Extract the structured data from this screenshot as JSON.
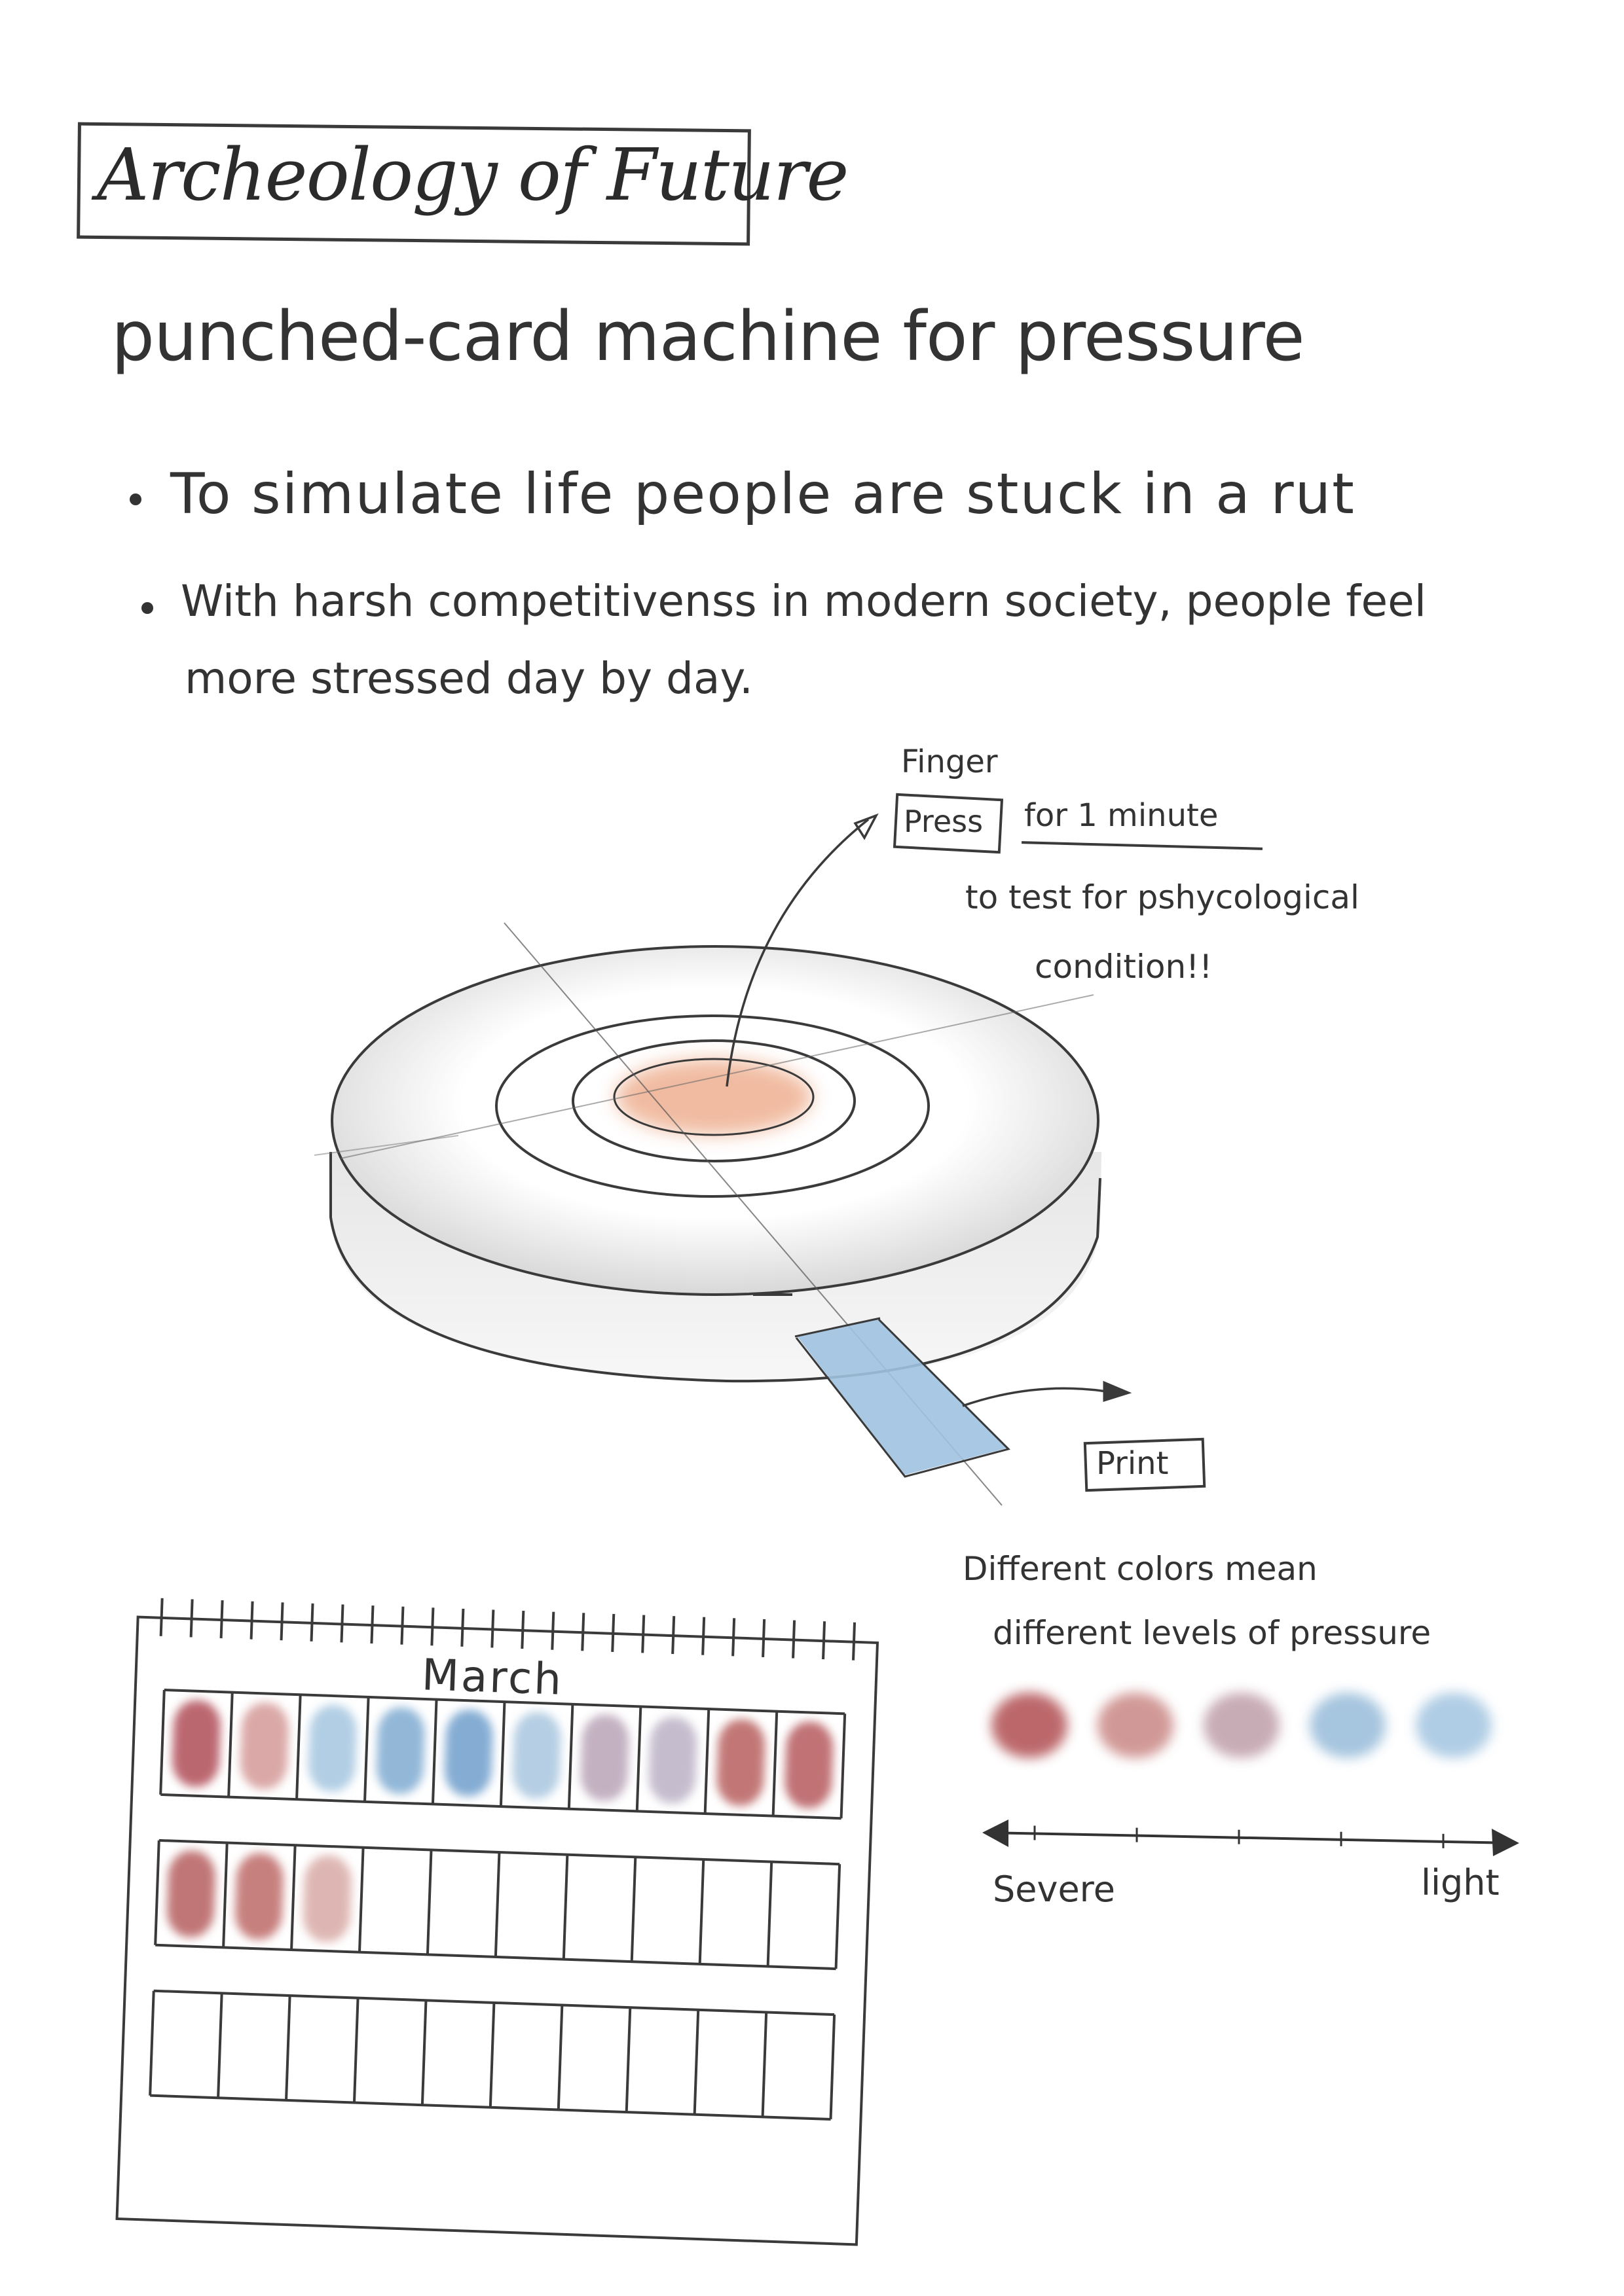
{
  "page": {
    "title": "Archeology of Future",
    "subtitle": "punched-card machine for pressure"
  },
  "bullets": {
    "first": "To simulate life people are stuck in a rut",
    "second_line_1": "With harsh competitivenss in modern society, people feel",
    "second_line_2": "more stressed day by day."
  },
  "device_notes": {
    "finger": "Finger",
    "press": "Press",
    "duration": "for 1 minute",
    "purpose_line_1": "to test for pshycological",
    "purpose_line_2": "condition!!",
    "print": "Print"
  },
  "legend": {
    "title_line_1": "Different colors mean",
    "title_line_2": "different levels of pressure",
    "left_label": "Severe",
    "right_label": "light",
    "colors": [
      "#b5595c",
      "#cc8e8c",
      "#c2a3ad",
      "#9dbfdb",
      "#a7c8e2"
    ]
  },
  "calendar": {
    "month": "March",
    "row_1_colors": [
      "#b04e58",
      "#d49a98",
      "#a5c6e0",
      "#7fabd1",
      "#6f9fcc",
      "#a9c6df",
      "#b9a4b8",
      "#bcb2c6",
      "#b8605e",
      "#b65a5d"
    ],
    "row_2_colors": [
      "#b65e5e",
      "#bd6b68",
      "#d8aaa6"
    ]
  },
  "colors": {
    "ink": "#333333",
    "press_pad": "#f0b89c",
    "printout": "#9fc2e0",
    "device_shade": "#c9c9c9"
  },
  "icons": [
    "arrow-icon",
    "arrow-icon",
    "double-headed-arrow-icon"
  ]
}
